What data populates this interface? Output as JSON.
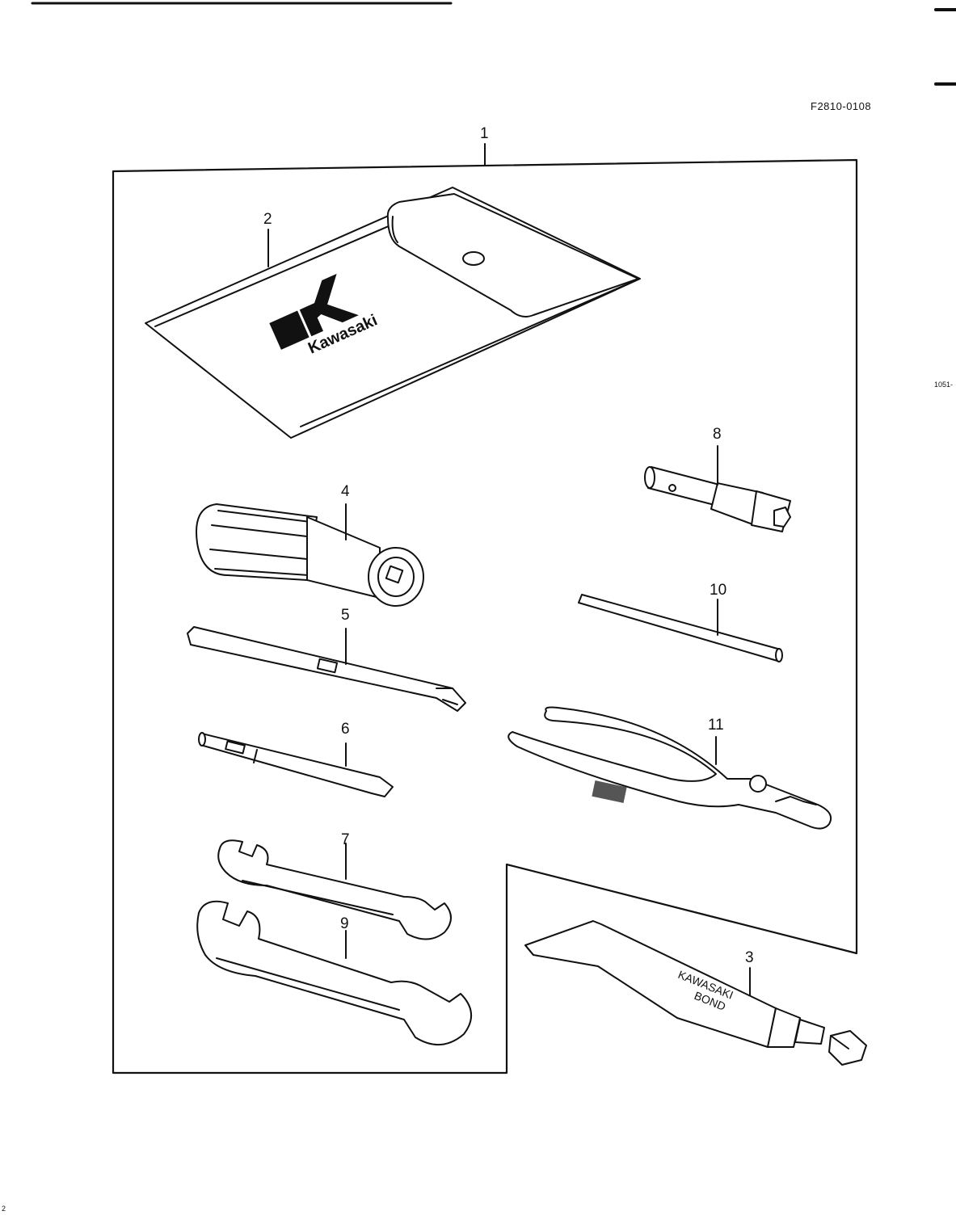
{
  "figure_code": "F2810-0108",
  "edge_label_right": "1051-",
  "edge_label_left": "2",
  "pouch_brand": "Kawasaki",
  "tube_text": [
    "KAWASAKI",
    "BOND"
  ],
  "callouts": [
    "1",
    "2",
    "3",
    "4",
    "5",
    "6",
    "7",
    "8",
    "9",
    "10",
    "11"
  ],
  "parts": [
    {
      "number": "1",
      "name": "tool-kit-assembly"
    },
    {
      "number": "2",
      "name": "tool-pouch"
    },
    {
      "number": "3",
      "name": "kawasaki-bond-tube"
    },
    {
      "number": "4",
      "name": "screwdriver-handle"
    },
    {
      "number": "5",
      "name": "screwdriver-bit-double"
    },
    {
      "number": "6",
      "name": "screwdriver-bit-short"
    },
    {
      "number": "7",
      "name": "open-end-wrench-small"
    },
    {
      "number": "8",
      "name": "spark-plug-wrench"
    },
    {
      "number": "9",
      "name": "open-end-wrench-large"
    },
    {
      "number": "10",
      "name": "tommy-bar"
    },
    {
      "number": "11",
      "name": "pliers"
    }
  ]
}
